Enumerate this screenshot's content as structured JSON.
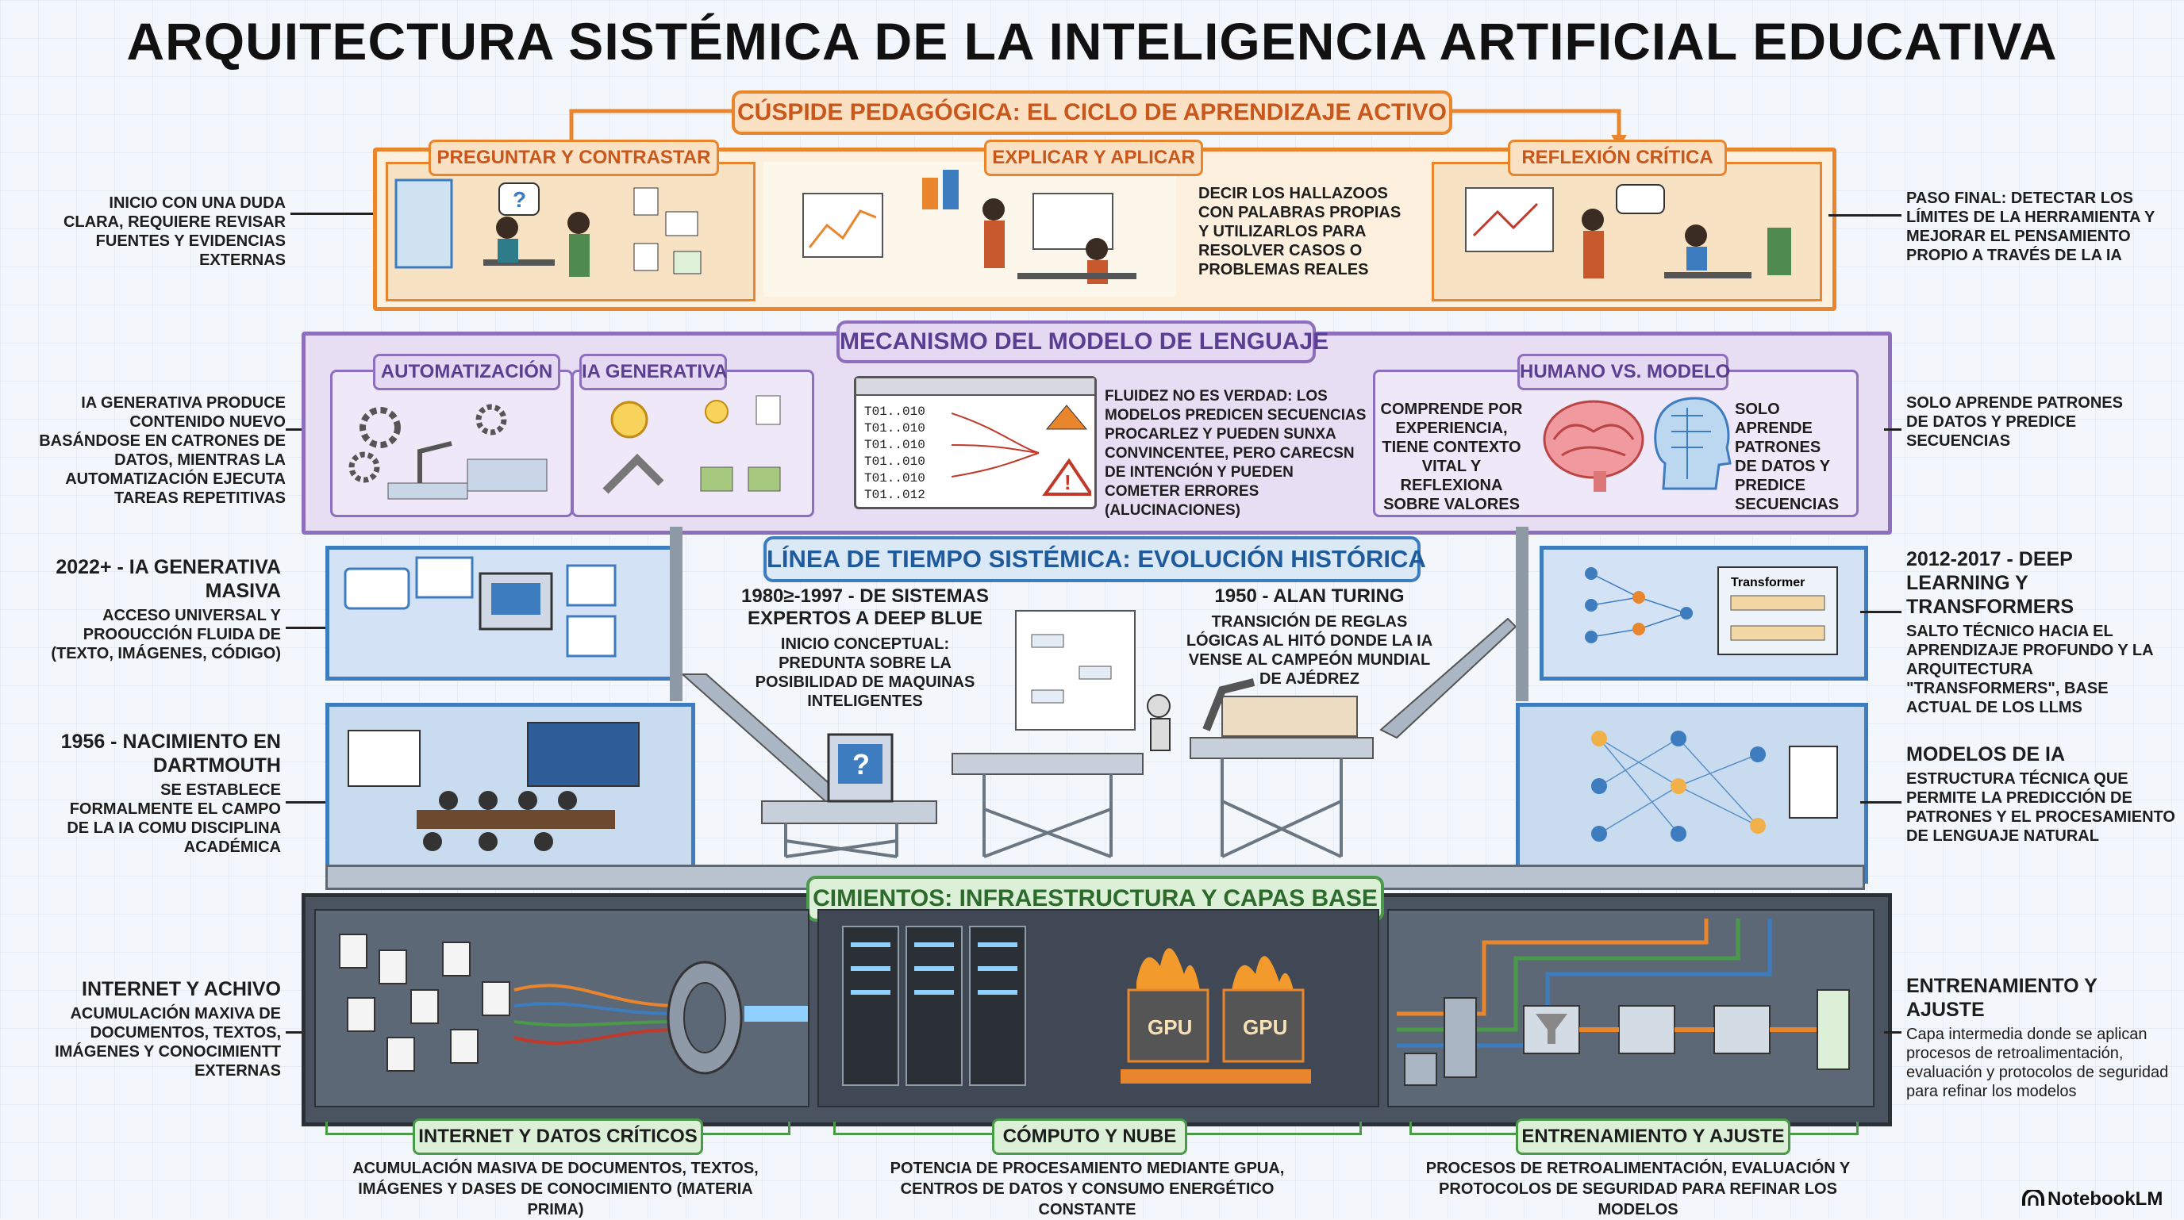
{
  "title": "ARQUITECTURA SISTÉMICA DE LA INTELIGENCIA ARTIFICIAL EDUCATIVA",
  "colors": {
    "orange": "#e9862d",
    "purple": "#8e6fbd",
    "blue": "#3e7cc0",
    "green": "#4a9a4a",
    "dark": "#2b2f36"
  },
  "pedagogy": {
    "header": "CÚSPIDE PEDAGÓGICA: EL CICLO DE APRENDIZAJE ACTIVO",
    "tags": [
      "PREGUNTAR Y CONTRASTAR",
      "EXPLICAR Y APLICAR",
      "REFLEXIÓN CRÍTICA"
    ],
    "explain_text": "DECIR LOS HALLAZOOS CON PALABRAS PROPIAS Y UTILIZARLOS PARA RESOLVER CASOS O PROBLEMAS REALES",
    "left_note": "INICIO CON UNA DUDA CLARA, REQUIERE REVISAR FUENTES Y EVIDENCIAS EXTERNAS",
    "right_note": "PASO FINAL: DETECTAR LOS LÍMITES DE LA HERRAMIENTA Y MEJORAR EL PENSAMIENTO PROPIO A TRAVÉS DE LA IA"
  },
  "mechanism": {
    "header": "MECANISMO DEL MODELO DE LENGUAJE",
    "tags": [
      "AUTOMATIZACIÓN",
      "IA GENERATIVA",
      "HUMANO VS. MODELO"
    ],
    "code_lines": [
      "T01..010",
      "T01..010",
      "T01..010",
      "T01..010",
      "T01..010",
      "T01..012"
    ],
    "fluency_text": "FLUIDEZ NO ES VERDAD: LOS MODELOS PREDICEN SECUENCIAS PROCARLEZ Y PUEDEN SUNXA CONVINCENTEE, PERO CARECSN DE INTENCIÓN Y PUEDEN COMETER ERRORES (ALUCINACIONES)",
    "human_text": "COMPRENDE POR EXPERIENCIA, TIENE CONTEXTO VITAL Y REFLEXIONA SOBRE VALORES",
    "model_text": "SOLO APRENDE PATRONES DE DATOS Y PREDICE SECUENCIAS",
    "left_note": "IA GENERATIVA PRODUCE CONTENIDO NUEVO BASÁNDOSE EN CATRONES DE DATOS, MIENTRAS LA AUTOMATIZACIÓN EJECUTA TAREAS REPETITIVAS",
    "right_note": "SOLO APRENDE PATRONES DE DATOS Y PREDICE SECUENCIAS"
  },
  "timeline": {
    "header": "LÍNEA DE TIEMPO SISTÉMICA: EVOLUCIÓN HISTÓRICA",
    "e1980_title": "1980≥-1997 - DE SISTEMAS EXPERTOS A DEEP BLUE",
    "e1980_text": "INICIO CONCEPTUAL: PREDUNTA SOBRE LA POSIBILIDAD DE MAQUINAS INTELIGENTES",
    "e1950_title": "1950 - ALAN TURING",
    "e1950_text": "TRANSICIÓN DE REGLAS LÓGICAS AL HITÓ DONDE LA IA VENSE AL CAMPEÓN MUNDIAL DE AJÉDREZ",
    "transformer_label": "Transformer",
    "left_top_title": "2022+ - IA GENERATIVA MASIVA",
    "left_top_text": "ACCESO UNIVERSAL Y PROOUCCIÓN FLUIDA DE (TEXTO, IMÁGENES, CÓDIGO)",
    "left_bottom_title": "1956 - NACIMIENTO EN DARTMOUTH",
    "left_bottom_text": "SE ESTABLECE FORMALMENTE EL CAMPO DE LA IA COMU DISCIPLINA ACADÉMICA",
    "right_top_title": "2012-2017 - DEEP LEARNING Y TRANSFORMERS",
    "right_top_text": "SALTO TÉCNICO HACIA EL APRENDIZAJE PROFUNDO Y LA ARQUITECTURA \"TRANSFORMERS\", BASE ACTUAL DE LOS LLMs",
    "right_bottom_title": "MODELOS DE IA",
    "right_bottom_text": "ESTRUCTURA TÉCNICA QUE PERMITE LA PREDICCIÓN DE PATRONES Y EL PROCESAMIENTO DE LENGUAJE NATURAL"
  },
  "foundations": {
    "header": "CIMIENTOS: INFRAESTRUCTURA Y CAPAS BASE",
    "gpu_label": "GPU",
    "tags": [
      "INTERNET Y DATOS CRÍTICOS",
      "CÓMPUTO Y NUBE",
      "ENTRENAMIENTO Y AJUSTE"
    ],
    "footers": [
      "ACUMULACIÓN MASIVA DE DOCUMENTOS, TEXTOS, IMÁGENES Y DASES DE CONOCIMIENTO (MATERIA PRIMA)",
      "POTENCIA DE PROCESAMIENTO MEDIANTE GPUa, CENTROS DE DATOS Y CONSUMO ENERGÉTICO CONSTANTE",
      "PROCESOS DE RETROALIMENTACIÓN, EVALUACIÓN Y PROTOCOLOS DE SEGURIDAD PARA REFINAR LOS MODELOS"
    ],
    "left_title": "INTERNET Y ACHIVO",
    "left_text": "ACUMULACIÓN MAXIVA DE DOCUMENTOS, TEXTOS, IMÁGENES Y CONOCIMIENTT EXTERNAS",
    "right_title": "ENTRENAMIENTO Y AJUSTE",
    "right_text": "Capa intermedia donde se aplican procesos de retroalimentación, evaluación y protocolos de seguridad para refinar los modelos"
  },
  "branding": "NotebookLM"
}
